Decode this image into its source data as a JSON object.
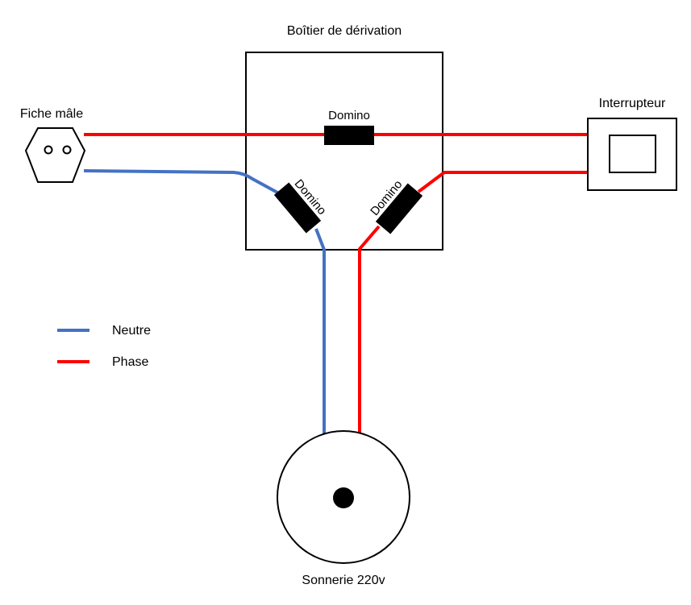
{
  "labels": {
    "junction_box": "Boîtier de dérivation",
    "plug": "Fiche mâle",
    "switch": "Interrupteur",
    "bell": "Sonnerie 220v",
    "domino_top": "Domino",
    "domino_left": "Domino",
    "domino_right": "Domino"
  },
  "legend": {
    "items": [
      {
        "label": "Neutre",
        "color": "#4472c4"
      },
      {
        "label": "Phase",
        "color": "#ff0000"
      }
    ]
  },
  "colors": {
    "neutral": "#4472c4",
    "phase": "#ff0000",
    "outline": "#000000",
    "domino_fill": "#000000"
  }
}
